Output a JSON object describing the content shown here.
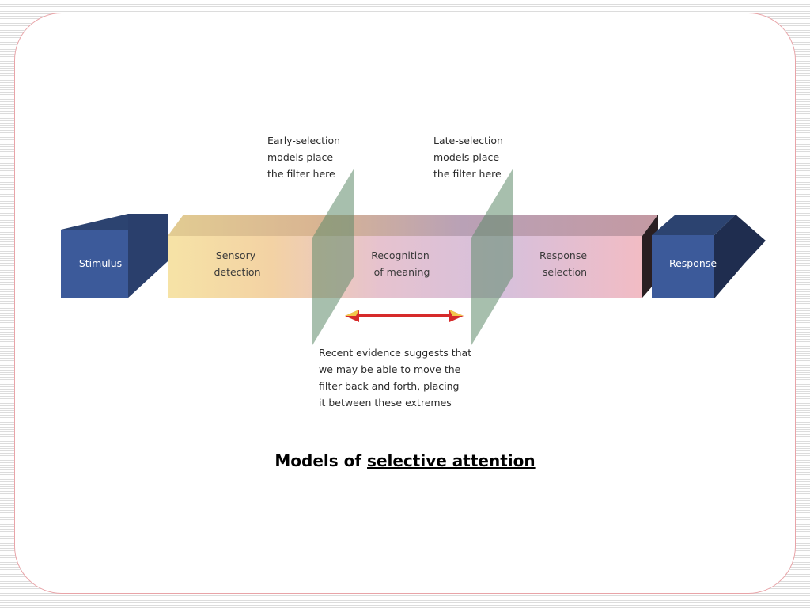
{
  "diagram": {
    "stages": {
      "stimulus": "Stimulus",
      "sensory": [
        "Sensory",
        "detection"
      ],
      "recognition": [
        "Recognition",
        "of meaning"
      ],
      "response_selection": [
        "Response",
        "selection"
      ],
      "response": "Response"
    },
    "annotations": {
      "early": [
        "Early-selection",
        "models place",
        "the filter here"
      ],
      "late": [
        "Late-selection",
        "models place",
        "the filter here"
      ],
      "recent": [
        "Recent evidence suggests that",
        "we may be able to move the",
        "filter back and forth, placing",
        "it between these extremes"
      ]
    },
    "colors": {
      "arrow_blue": "#3c5a9a",
      "arrow_dark": "#1f2d4f",
      "filter_green": "#5f8a6a",
      "double_arrow": "#d62a2a"
    }
  },
  "caption": {
    "prefix": "Models of ",
    "emphasis": "selective attention"
  }
}
